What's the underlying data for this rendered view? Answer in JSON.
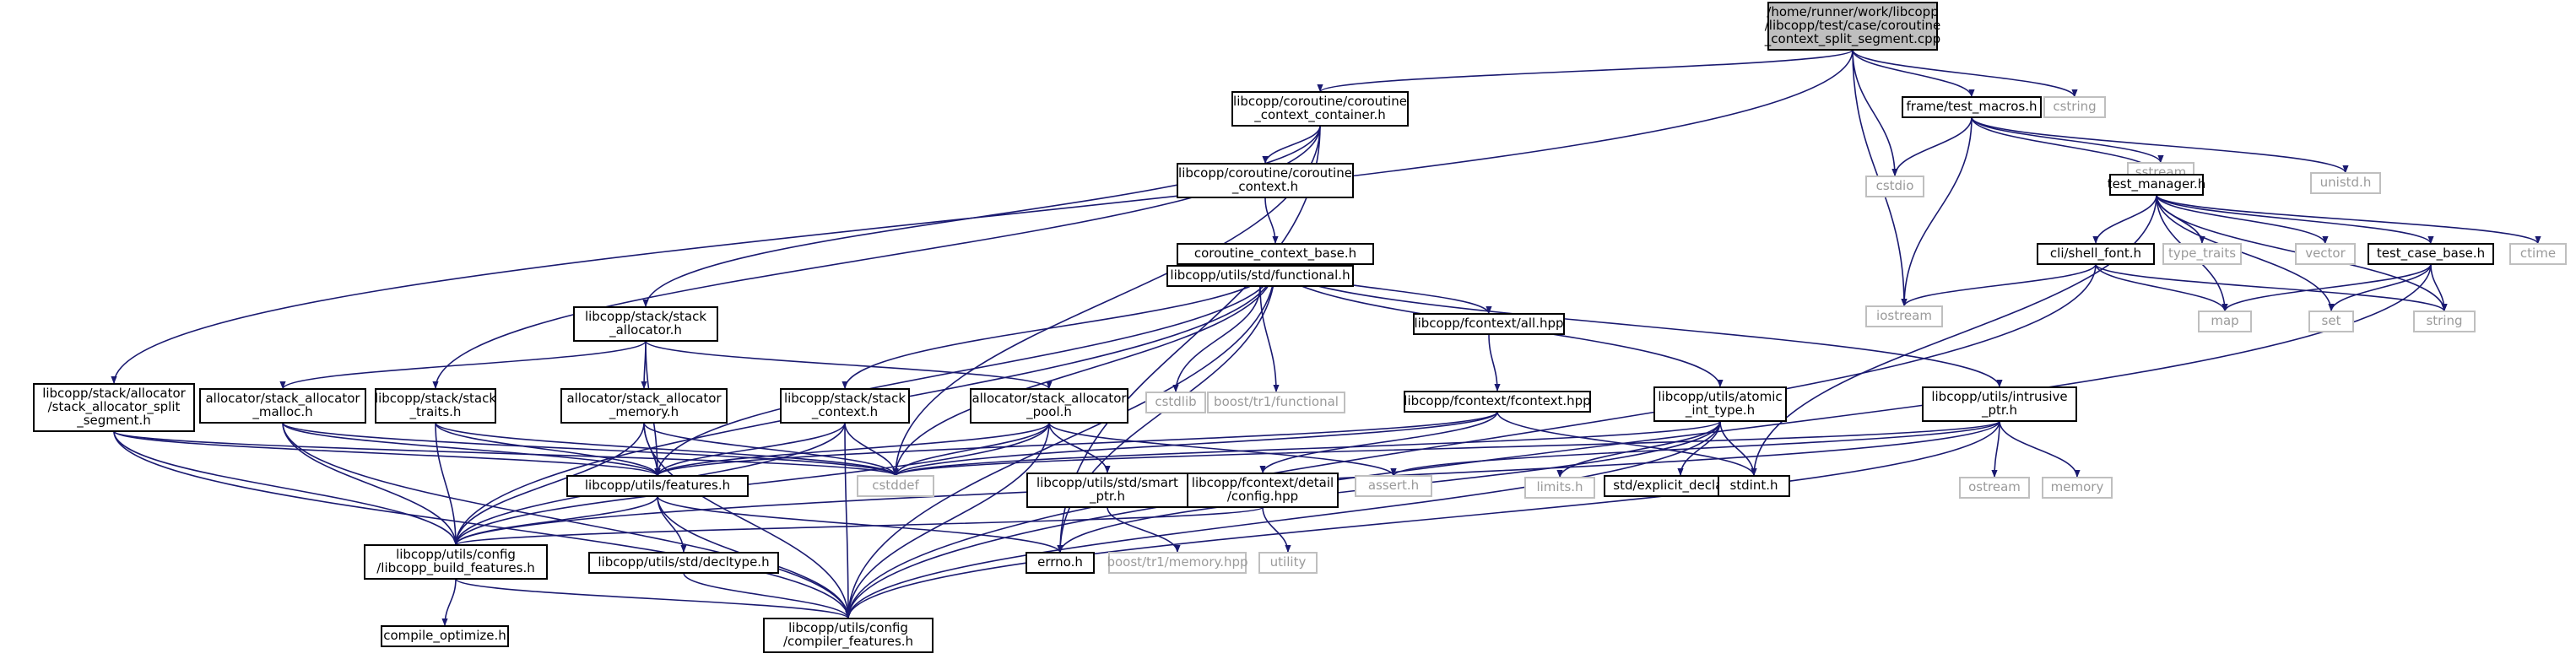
{
  "graph": {
    "nodes": [
      {
        "id": "root",
        "lines": [
          "/home/runner/work/libcopp",
          "/libcopp/test/case/coroutine",
          "_context_split_segment.cpp"
        ],
        "root": true
      },
      {
        "id": "container",
        "lines": [
          "libcopp/coroutine/coroutine",
          "_context_container.h"
        ]
      },
      {
        "id": "test_macros",
        "lines": [
          "frame/test_macros.h"
        ]
      },
      {
        "id": "cstring",
        "lines": [
          "cstring"
        ],
        "external": true
      },
      {
        "id": "cstdio",
        "lines": [
          "cstdio"
        ],
        "external": true
      },
      {
        "id": "sstream",
        "lines": [
          "sstream"
        ],
        "external": true
      },
      {
        "id": "unistd",
        "lines": [
          "unistd.h"
        ],
        "external": true
      },
      {
        "id": "coro_ctx",
        "lines": [
          "libcopp/coroutine/coroutine",
          "_context.h"
        ]
      },
      {
        "id": "test_manager",
        "lines": [
          "test_manager.h"
        ]
      },
      {
        "id": "ctx_base",
        "lines": [
          "coroutine_context_base.h"
        ]
      },
      {
        "id": "shell_font",
        "lines": [
          "cli/shell_font.h"
        ]
      },
      {
        "id": "type_traits",
        "lines": [
          "type_traits"
        ],
        "external": true
      },
      {
        "id": "vector",
        "lines": [
          "vector"
        ],
        "external": true
      },
      {
        "id": "test_case_base",
        "lines": [
          "test_case_base.h"
        ]
      },
      {
        "id": "ctime",
        "lines": [
          "ctime"
        ],
        "external": true
      },
      {
        "id": "iostream",
        "lines": [
          "iostream"
        ],
        "external": true
      },
      {
        "id": "map",
        "lines": [
          "map"
        ],
        "external": true
      },
      {
        "id": "set",
        "lines": [
          "set"
        ],
        "external": true
      },
      {
        "id": "string",
        "lines": [
          "string"
        ],
        "external": true
      },
      {
        "id": "stack_allocator",
        "lines": [
          "libcopp/stack/stack",
          "_allocator.h"
        ]
      },
      {
        "id": "functional",
        "lines": [
          "libcopp/utils/std/functional.h"
        ]
      },
      {
        "id": "fctx_all",
        "lines": [
          "libcopp/fcontext/all.hpp"
        ]
      },
      {
        "id": "atomic_int",
        "lines": [
          "libcopp/utils/atomic",
          "_int_type.h"
        ]
      },
      {
        "id": "intrusive",
        "lines": [
          "libcopp/utils/intrusive",
          "_ptr.h"
        ]
      },
      {
        "id": "split_seg",
        "lines": [
          "libcopp/stack/allocator",
          "/stack_allocator_split",
          "_segment.h"
        ]
      },
      {
        "id": "alloc_malloc",
        "lines": [
          "allocator/stack_allocator",
          "_malloc.h"
        ]
      },
      {
        "id": "stack_traits",
        "lines": [
          "libcopp/stack/stack",
          "_traits.h"
        ]
      },
      {
        "id": "alloc_memory",
        "lines": [
          "allocator/stack_allocator",
          "_memory.h"
        ]
      },
      {
        "id": "stack_context",
        "lines": [
          "libcopp/stack/stack",
          "_context.h"
        ]
      },
      {
        "id": "alloc_pool",
        "lines": [
          "allocator/stack_allocator",
          "_pool.h"
        ]
      },
      {
        "id": "cstdlib",
        "lines": [
          "cstdlib"
        ],
        "external": true
      },
      {
        "id": "boost_functional",
        "lines": [
          "boost/tr1/functional"
        ],
        "external": true
      },
      {
        "id": "fcontext_hpp",
        "lines": [
          "libcopp/fcontext/fcontext.hpp"
        ]
      },
      {
        "id": "ostream",
        "lines": [
          "ostream"
        ],
        "external": true
      },
      {
        "id": "memory",
        "lines": [
          "memory"
        ],
        "external": true
      },
      {
        "id": "features",
        "lines": [
          "libcopp/utils/features.h"
        ]
      },
      {
        "id": "cstddef",
        "lines": [
          "cstddef"
        ],
        "external": true
      },
      {
        "id": "smart_ptr",
        "lines": [
          "libcopp/utils/std/smart",
          "_ptr.h"
        ]
      },
      {
        "id": "fctx_config",
        "lines": [
          "libcopp/fcontext/detail",
          "/config.hpp"
        ]
      },
      {
        "id": "assert",
        "lines": [
          "assert.h"
        ],
        "external": true
      },
      {
        "id": "limits",
        "lines": [
          "limits.h"
        ],
        "external": true
      },
      {
        "id": "explicit_declare",
        "lines": [
          "std/explicit_declare.h"
        ]
      },
      {
        "id": "stdint",
        "lines": [
          "stdint.h"
        ]
      },
      {
        "id": "build_features",
        "lines": [
          "libcopp/utils/config",
          "/libcopp_build_features.h"
        ]
      },
      {
        "id": "decltype",
        "lines": [
          "libcopp/utils/std/decltype.h"
        ]
      },
      {
        "id": "errno",
        "lines": [
          "errno.h"
        ]
      },
      {
        "id": "boost_memory",
        "lines": [
          "boost/tr1/memory.hpp"
        ],
        "external": true
      },
      {
        "id": "utility",
        "lines": [
          "utility"
        ],
        "external": true
      },
      {
        "id": "compile_optimize",
        "lines": [
          "compile_optimize.h"
        ]
      },
      {
        "id": "compiler_features",
        "lines": [
          "libcopp/utils/config",
          "/compiler_features.h"
        ]
      }
    ],
    "edges": [
      [
        "root",
        "container"
      ],
      [
        "root",
        "test_macros"
      ],
      [
        "root",
        "cstring"
      ],
      [
        "root",
        "cstdio"
      ],
      [
        "root",
        "iostream"
      ],
      [
        "root",
        "split_seg"
      ],
      [
        "container",
        "coro_ctx"
      ],
      [
        "container",
        "stack_allocator"
      ],
      [
        "container",
        "stack_traits"
      ],
      [
        "container",
        "cstddef"
      ],
      [
        "container",
        "errno"
      ],
      [
        "coro_ctx",
        "ctx_base"
      ],
      [
        "test_macros",
        "cstdio"
      ],
      [
        "test_macros",
        "iostream"
      ],
      [
        "test_macros",
        "sstream"
      ],
      [
        "test_macros",
        "unistd"
      ],
      [
        "test_macros",
        "test_manager"
      ],
      [
        "test_manager",
        "shell_font"
      ],
      [
        "test_manager",
        "type_traits"
      ],
      [
        "test_manager",
        "vector"
      ],
      [
        "test_manager",
        "test_case_base"
      ],
      [
        "test_manager",
        "ctime"
      ],
      [
        "test_manager",
        "map"
      ],
      [
        "test_manager",
        "set"
      ],
      [
        "test_manager",
        "string"
      ],
      [
        "test_manager",
        "stdint"
      ],
      [
        "shell_font",
        "iostream"
      ],
      [
        "shell_font",
        "map"
      ],
      [
        "shell_font",
        "string"
      ],
      [
        "shell_font",
        "compiler_features"
      ],
      [
        "test_case_base",
        "map"
      ],
      [
        "test_case_base",
        "set"
      ],
      [
        "test_case_base",
        "string"
      ],
      [
        "test_case_base",
        "compiler_features"
      ],
      [
        "ctx_base",
        "functional"
      ],
      [
        "ctx_base",
        "fctx_all"
      ],
      [
        "ctx_base",
        "atomic_int"
      ],
      [
        "ctx_base",
        "intrusive"
      ],
      [
        "ctx_base",
        "stack_context"
      ],
      [
        "ctx_base",
        "features"
      ],
      [
        "ctx_base",
        "cstddef"
      ],
      [
        "ctx_base",
        "build_features"
      ],
      [
        "ctx_base",
        "compiler_features"
      ],
      [
        "ctx_base",
        "errno"
      ],
      [
        "stack_allocator",
        "alloc_malloc"
      ],
      [
        "stack_allocator",
        "alloc_memory"
      ],
      [
        "stack_allocator",
        "alloc_pool"
      ],
      [
        "stack_allocator",
        "features"
      ],
      [
        "functional",
        "cstdlib"
      ],
      [
        "functional",
        "boost_functional"
      ],
      [
        "fctx_all",
        "fcontext_hpp"
      ],
      [
        "fcontext_hpp",
        "fctx_config"
      ],
      [
        "fcontext_hpp",
        "cstddef"
      ],
      [
        "fcontext_hpp",
        "stdint"
      ],
      [
        "fcontext_hpp",
        "features"
      ],
      [
        "atomic_int",
        "cstddef"
      ],
      [
        "atomic_int",
        "limits"
      ],
      [
        "atomic_int",
        "explicit_declare"
      ],
      [
        "atomic_int",
        "stdint"
      ],
      [
        "atomic_int",
        "compiler_features"
      ],
      [
        "atomic_int",
        "errno"
      ],
      [
        "intrusive",
        "cstddef"
      ],
      [
        "intrusive",
        "assert"
      ],
      [
        "intrusive",
        "ostream"
      ],
      [
        "intrusive",
        "memory"
      ],
      [
        "intrusive",
        "build_features"
      ],
      [
        "intrusive",
        "compiler_features"
      ],
      [
        "split_seg",
        "features"
      ],
      [
        "split_seg",
        "cstddef"
      ],
      [
        "split_seg",
        "build_features"
      ],
      [
        "split_seg",
        "compiler_features"
      ],
      [
        "alloc_malloc",
        "features"
      ],
      [
        "alloc_malloc",
        "cstddef"
      ],
      [
        "alloc_malloc",
        "build_features"
      ],
      [
        "alloc_malloc",
        "compiler_features"
      ],
      [
        "stack_traits",
        "features"
      ],
      [
        "stack_traits",
        "cstddef"
      ],
      [
        "stack_traits",
        "build_features"
      ],
      [
        "alloc_memory",
        "features"
      ],
      [
        "alloc_memory",
        "cstddef"
      ],
      [
        "alloc_memory",
        "build_features"
      ],
      [
        "alloc_memory",
        "compiler_features"
      ],
      [
        "stack_context",
        "features"
      ],
      [
        "stack_context",
        "cstddef"
      ],
      [
        "stack_context",
        "build_features"
      ],
      [
        "stack_context",
        "compiler_features"
      ],
      [
        "alloc_pool",
        "features"
      ],
      [
        "alloc_pool",
        "cstddef"
      ],
      [
        "alloc_pool",
        "assert"
      ],
      [
        "alloc_pool",
        "smart_ptr"
      ],
      [
        "alloc_pool",
        "build_features"
      ],
      [
        "alloc_pool",
        "compiler_features"
      ],
      [
        "features",
        "build_features"
      ],
      [
        "features",
        "decltype"
      ],
      [
        "features",
        "errno"
      ],
      [
        "features",
        "compiler_features"
      ],
      [
        "smart_ptr",
        "boost_memory"
      ],
      [
        "fctx_config",
        "utility"
      ],
      [
        "fctx_config",
        "build_features"
      ],
      [
        "build_features",
        "compile_optimize"
      ],
      [
        "build_features",
        "compiler_features"
      ],
      [
        "decltype",
        "compiler_features"
      ]
    ]
  }
}
